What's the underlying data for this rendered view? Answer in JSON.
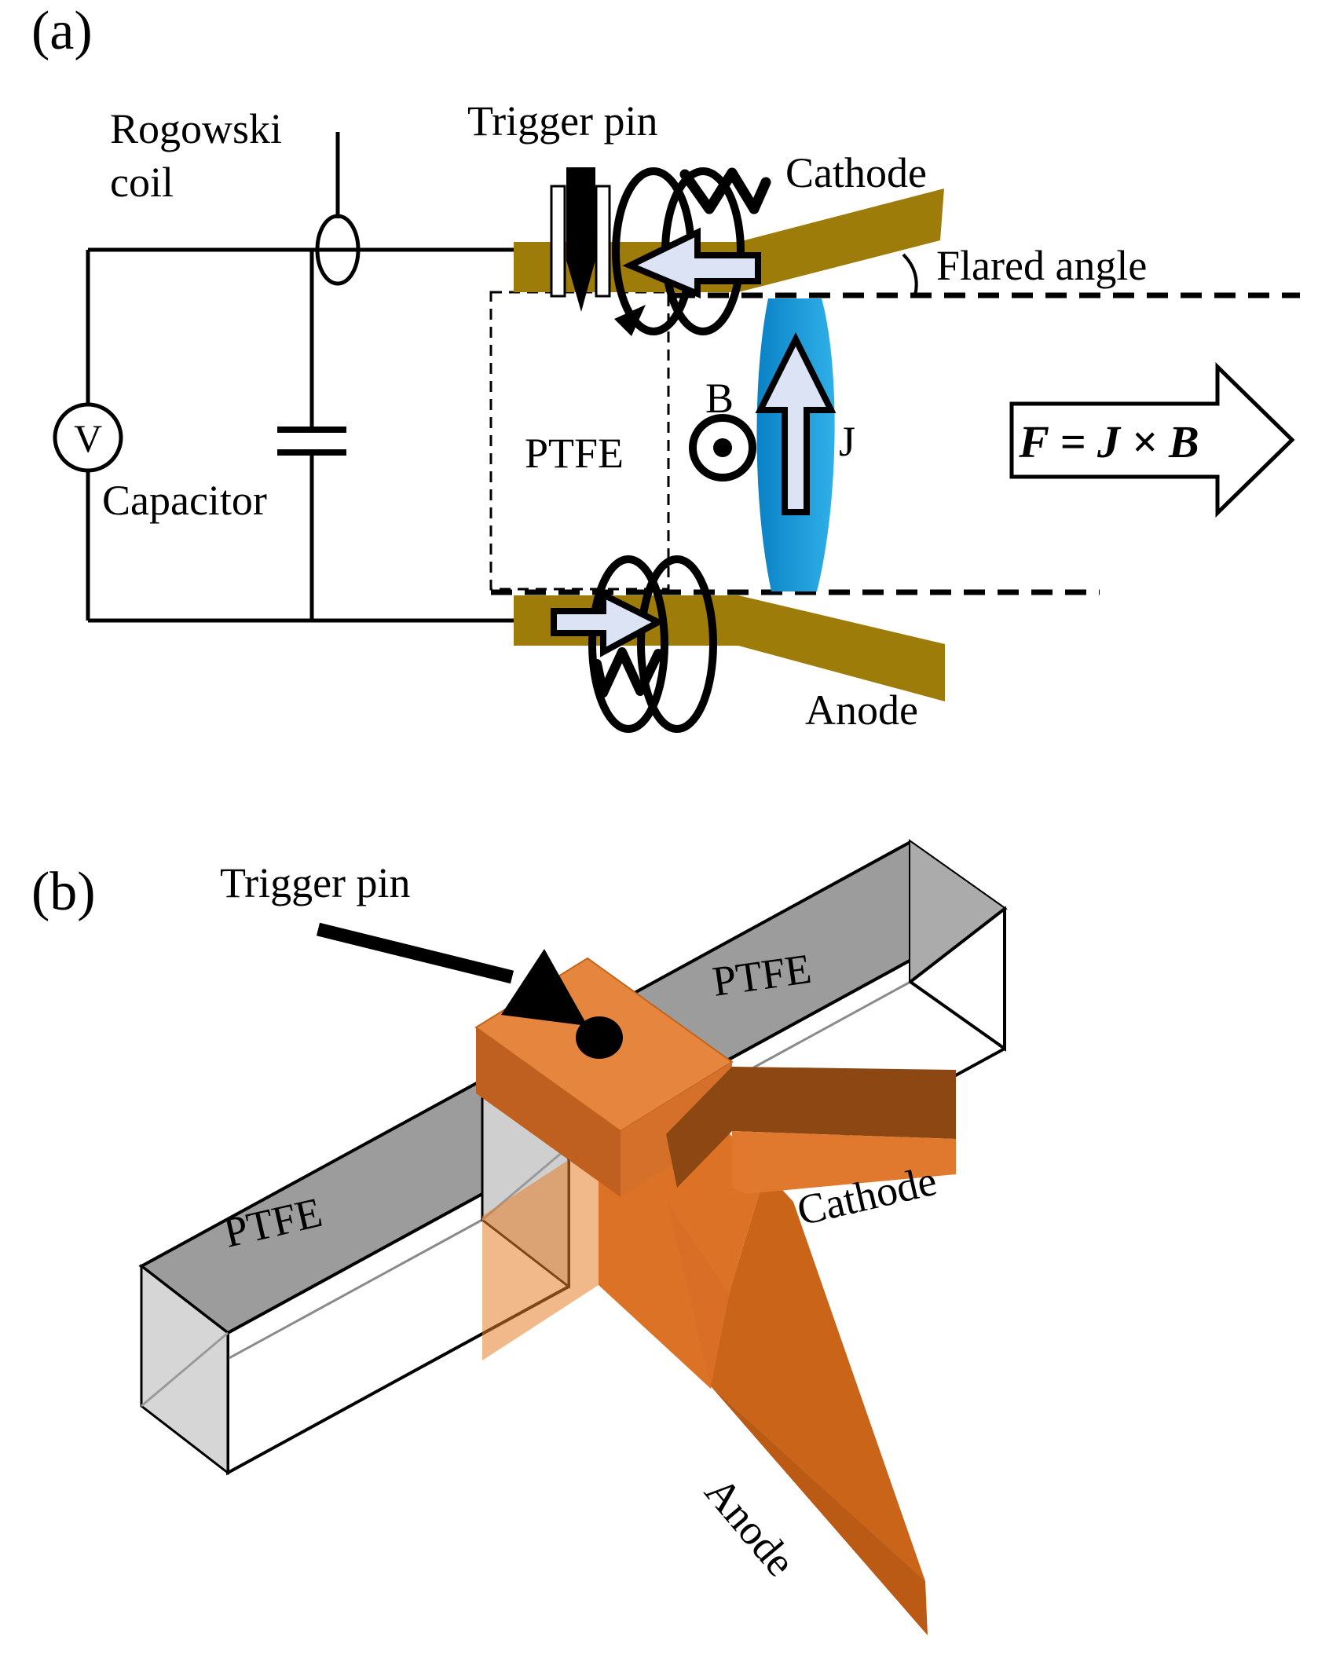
{
  "figure": {
    "description": "Two-panel schematic of a flared-electrode pulsed plasma thruster",
    "panel_a_tag": "(a)",
    "panel_b_tag": "(b)"
  },
  "panel_a": {
    "labels": {
      "rogowski_line1": "Rogowski",
      "rogowski_line2": "coil",
      "trigger_pin": "Trigger pin",
      "cathode": "Cathode",
      "flared_angle": "Flared angle",
      "capacitor": "Capacitor",
      "voltmeter": "V",
      "ptfe": "PTFE",
      "b_field": "B",
      "current_j": "J",
      "anode": "Anode",
      "force_equation": "F = J × B"
    }
  },
  "panel_b": {
    "labels": {
      "trigger_pin": "Trigger pin",
      "ptfe_upper": "PTFE",
      "ptfe_lower": "PTFE",
      "cathode": "Cathode",
      "anode": "Anode"
    }
  },
  "colors": {
    "electrode_olive": "#9E7C09",
    "plasma_blue_dark": "#0A82C6",
    "plasma_blue_light": "#2FB0E8",
    "arrow_lavender": "#DCE3F5",
    "copper_orange": "#DB7226",
    "copper_top": "#E5853E",
    "copper_dark": "#8C4713",
    "ptfe_gray": "#9C9C9C",
    "ptfe_gray_light": "#D6D6D6"
  }
}
